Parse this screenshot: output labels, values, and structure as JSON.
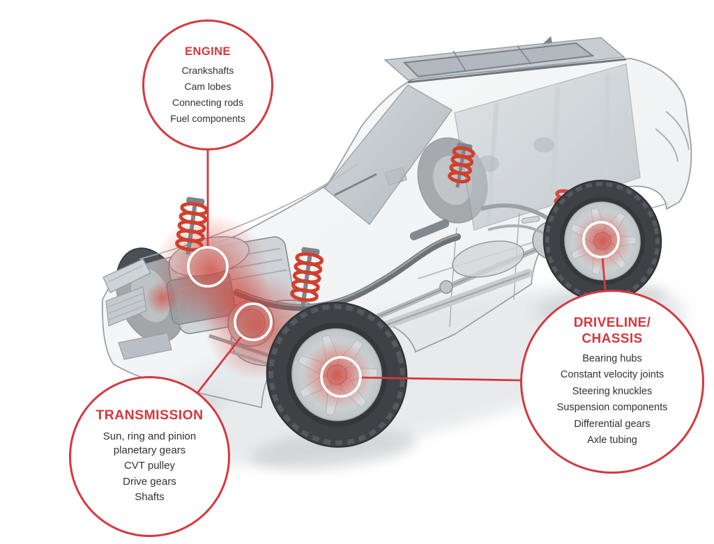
{
  "page": {
    "background": "#ffffff",
    "description": "Cutaway illustration of a translucent SUV with red highlighted powertrain and chassis component zones and three labeled callout circles"
  },
  "colors": {
    "accent_red": "#d5383d",
    "spring_red": "#d0402d",
    "glow_red": "#d63c30",
    "marker_ring_white": "#ffffff",
    "body_gray": "#e2e6e9",
    "outline_gray": "#99a1a7",
    "glass_gray": "#b7c0c6",
    "tire_dark": "#3e4246",
    "text_dark": "#2e3133"
  },
  "callouts": [
    {
      "id": "engine",
      "title": "ENGINE",
      "items": [
        "Crankshafts",
        "Cam lobes",
        "Connecting rods",
        "Fuel components"
      ]
    },
    {
      "id": "transmission",
      "title": "TRANSMISSION",
      "items": [
        "Sun, ring and pinion planetary gears",
        "CVT pulley",
        "Drive gears",
        "Shafts"
      ]
    },
    {
      "id": "driveline-chassis",
      "title_line1": "DRIVELINE/",
      "title_line2": "CHASSIS",
      "items": [
        "Bearing hubs",
        "Constant velocity joints",
        "Steering knuckles",
        "Suspension components",
        "Differential gears",
        "Axle tubing"
      ]
    }
  ],
  "markers": [
    {
      "name": "engine-marker"
    },
    {
      "name": "transmission-marker"
    },
    {
      "name": "front-wheel-hub-marker"
    },
    {
      "name": "rear-wheel-hub-marker"
    }
  ]
}
